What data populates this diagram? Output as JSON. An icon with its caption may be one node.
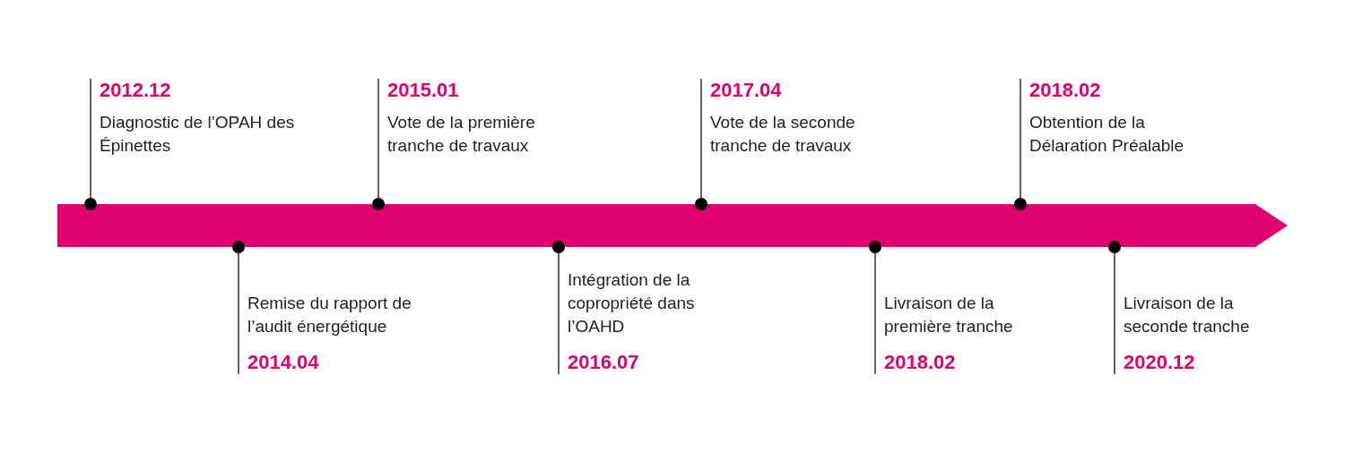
{
  "diagram": {
    "nodes": [
      {
        "text": [],
        "shape": "bar"
      },
      {
        "text": [
          "2012.12",
          "Diagnostic de l’OPAH des Épinettes"
        ]
      },
      {
        "text": [],
        "shape": "circle"
      },
      {
        "text": [
          "Remise du rapport de l’audit énergétique",
          "2014.04"
        ]
      },
      {
        "text": [],
        "shape": "circle"
      },
      {
        "text": [
          "2015.01",
          "Vote de la première tranche de travaux"
        ]
      },
      {
        "text": [],
        "shape": "circle"
      },
      {
        "text": [
          "Intégration de la copropriété dans l’OAHD",
          "2016.07"
        ]
      },
      {
        "text": [],
        "shape": "circle"
      },
      {
        "text": [
          "2017.04",
          "Vote de la seconde tranche de travaux"
        ]
      },
      {
        "text": [],
        "shape": "circle"
      },
      {
        "text": [
          "Livraison de la première tranche",
          "2018.02"
        ]
      },
      {
        "text": [],
        "shape": "circle"
      },
      {
        "text": [
          "2018.02",
          "Obtention de la Délaration Préalable"
        ]
      },
      {
        "text": [],
        "shape": "circle"
      },
      {
        "text": [
          "Livraison de la seconde tranche",
          "2020.12"
        ]
      },
      {
        "text": [],
        "shape": "circle"
      }
    ],
    "edges": [
      {
        "from": 1,
        "to": 2,
        "arrow": "none"
      },
      {
        "from": 3,
        "to": 4,
        "arrow": "none"
      },
      {
        "from": 5,
        "to": 6,
        "arrow": "none"
      },
      {
        "from": 7,
        "to": 8,
        "arrow": "none"
      },
      {
        "from": 9,
        "to": 10,
        "arrow": "none"
      },
      {
        "from": 11,
        "to": 12,
        "arrow": "none"
      },
      {
        "from": 13,
        "to": 14,
        "arrow": "none"
      },
      {
        "from": 15,
        "to": 16,
        "arrow": "none"
      }
    ]
  }
}
